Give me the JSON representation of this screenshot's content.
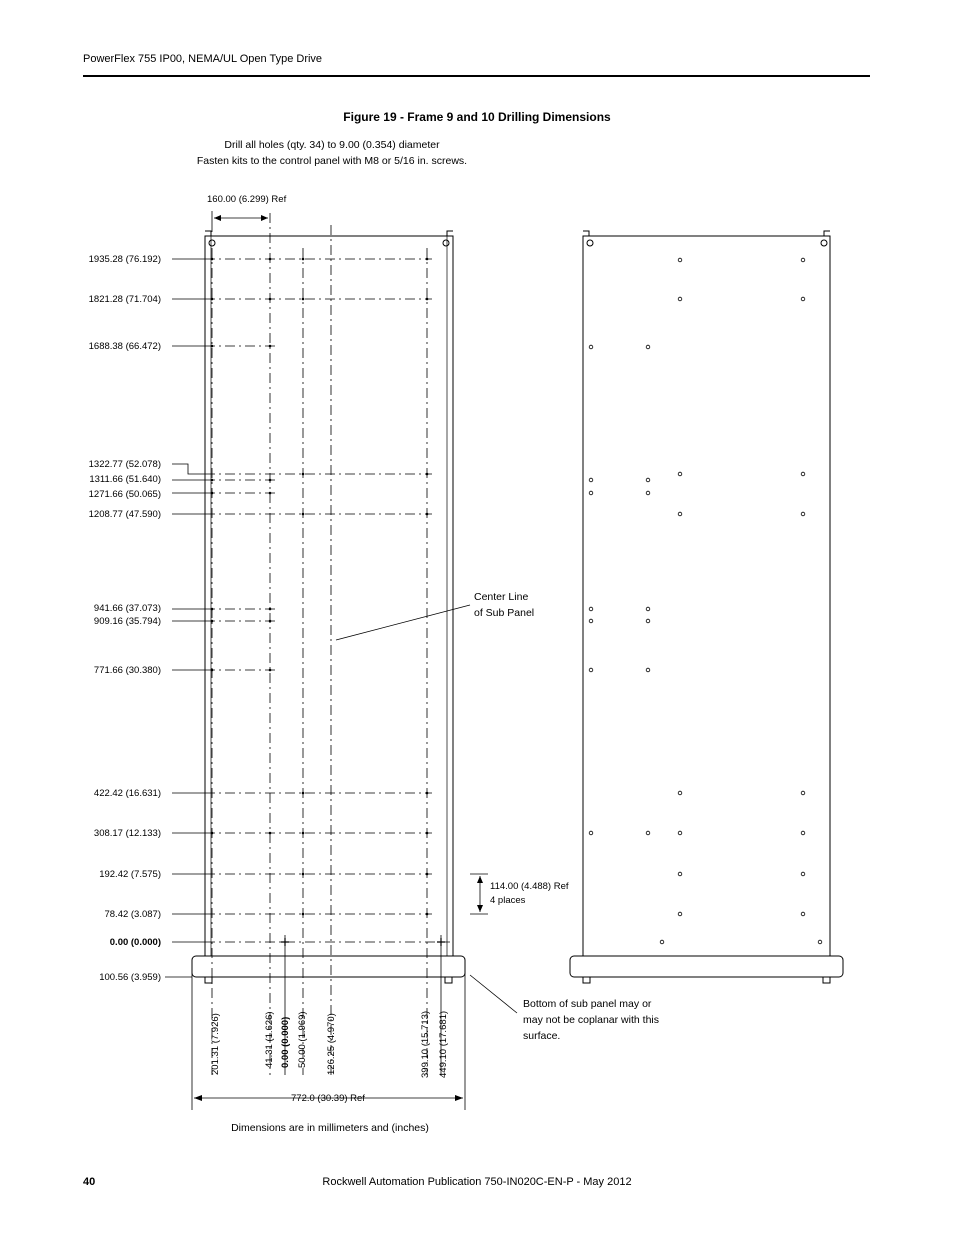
{
  "header": {
    "title": "PowerFlex 755 IP00, NEMA/UL Open Type Drive"
  },
  "figure": {
    "title": "Figure 19 - Frame 9 and 10 Drilling Dimensions",
    "note_line1": "Drill all holes (qty. 34) to 9.00 (0.354) diameter",
    "note_line2": "Fasten kits to the control panel with M8 or 5/16 in. screws.",
    "top_ref": "160.00 (6.299) Ref",
    "vertical_dims": [
      "1935.28 (76.192)",
      "1821.28 (71.704)",
      "1688.38 (66.472)",
      "1322.77 (52.078)",
      "1311.66 (51.640)",
      "1271.66 (50.065)",
      "1208.77 (47.590)",
      "941.66 (37.073)",
      "909.16 (35.794)",
      "771.66 (30.380)",
      "422.42 (16.631)",
      "308.17 (12.133)",
      "192.42 (7.575)",
      "78.42 (3.087)",
      "0.00 (0.000)",
      "100.56 (3.959)"
    ],
    "horizontal_dims": [
      "201.31 (7.926)",
      "41.31 (1.626)",
      "0.00 (0.000)",
      "50.00 (1.969)",
      "126.25 (4.970)",
      "399.10 (15.713)",
      "449.10 (17.681)"
    ],
    "width_ref": "772.0 (30.39) Ref",
    "center_line_1": "Center Line",
    "center_line_2": "of Sub Panel",
    "spacing_1": "114.00 (4.488) Ref",
    "spacing_2": "4 places",
    "bottom_note_1": "Bottom of sub panel may or",
    "bottom_note_2": "may not be coplanar with this",
    "bottom_note_3": "surface.",
    "units_note": "Dimensions are in millimeters and (inches)"
  },
  "footer": {
    "page_number": "40",
    "publication": "Rockwell Automation Publication 750-IN020C-EN-P - May 2012"
  }
}
